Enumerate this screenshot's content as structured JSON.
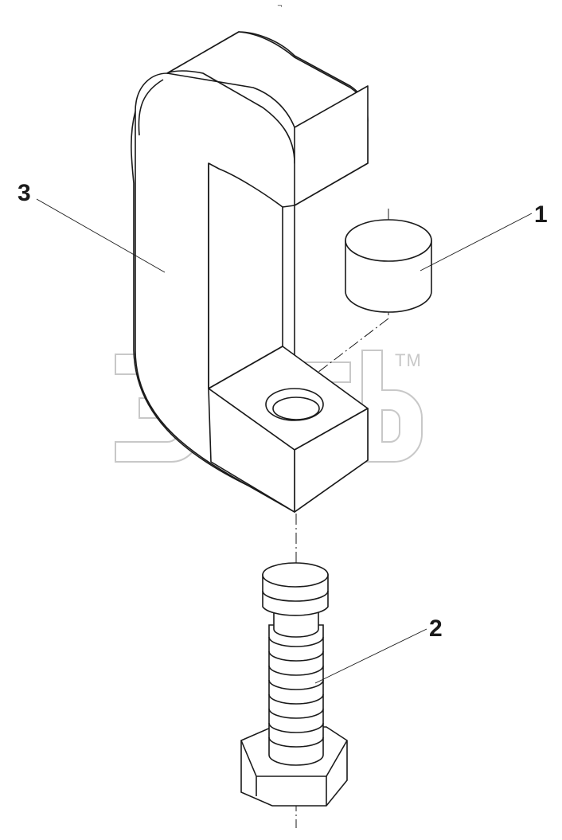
{
  "callouts": {
    "part_1": "1",
    "part_2": "2",
    "part_3": "3"
  },
  "watermark": {
    "trademark": "TM"
  },
  "parts": [
    {
      "callout": "1",
      "icon": "cylindrical-pad"
    },
    {
      "callout": "2",
      "icon": "hex-head-bolt"
    },
    {
      "callout": "3",
      "icon": "c-clamp-body"
    }
  ],
  "colors": {
    "line": "#1a1a1a",
    "watermark": "#c8c8c8"
  }
}
